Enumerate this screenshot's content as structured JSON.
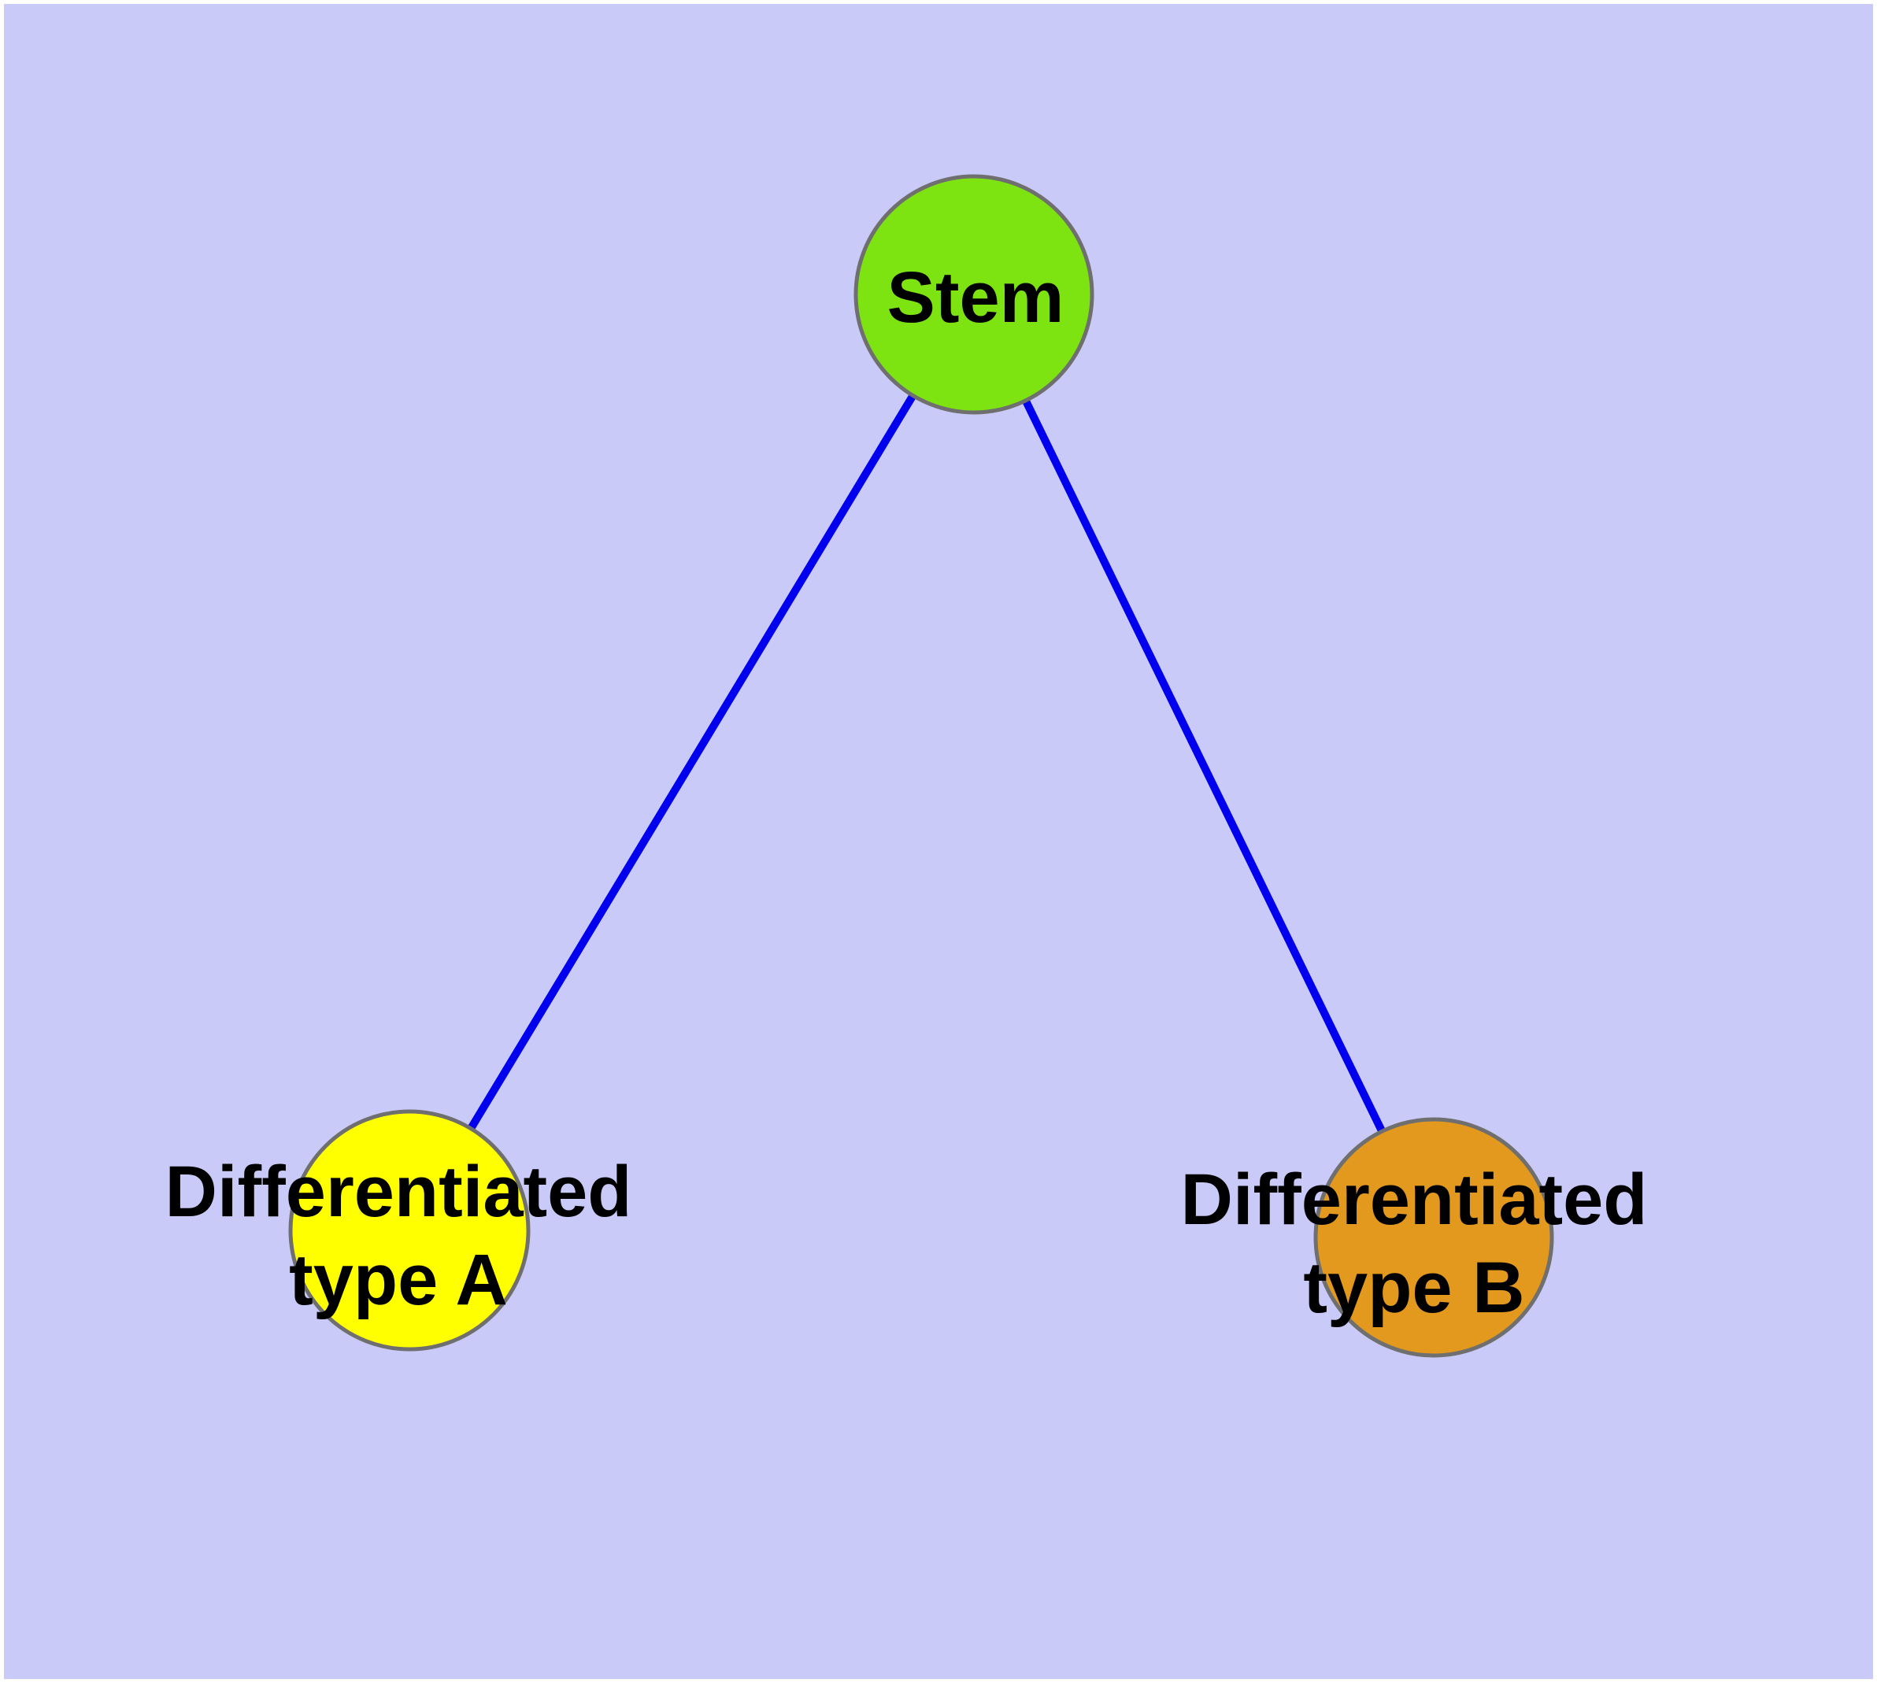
{
  "diagram": {
    "type": "graph",
    "background_color": "#cacaf8",
    "frame_color": "#ffffff",
    "edge_color": "#0000ee",
    "node_border_color": "#6f6f6f",
    "label_text_color": "#000000",
    "nodes": [
      {
        "id": "stem",
        "lines": [
          "Stem"
        ],
        "fill_color": "#7de412"
      },
      {
        "id": "differentiated-type-a",
        "lines": [
          "Differentiated",
          "type A"
        ],
        "fill_color": "#ffff00"
      },
      {
        "id": "differentiated-type-b",
        "lines": [
          "Differentiated",
          "type B"
        ],
        "fill_color": "#e2991e"
      }
    ],
    "edges": [
      {
        "from": "stem",
        "to": "differentiated-type-a"
      },
      {
        "from": "stem",
        "to": "differentiated-type-b"
      }
    ]
  }
}
